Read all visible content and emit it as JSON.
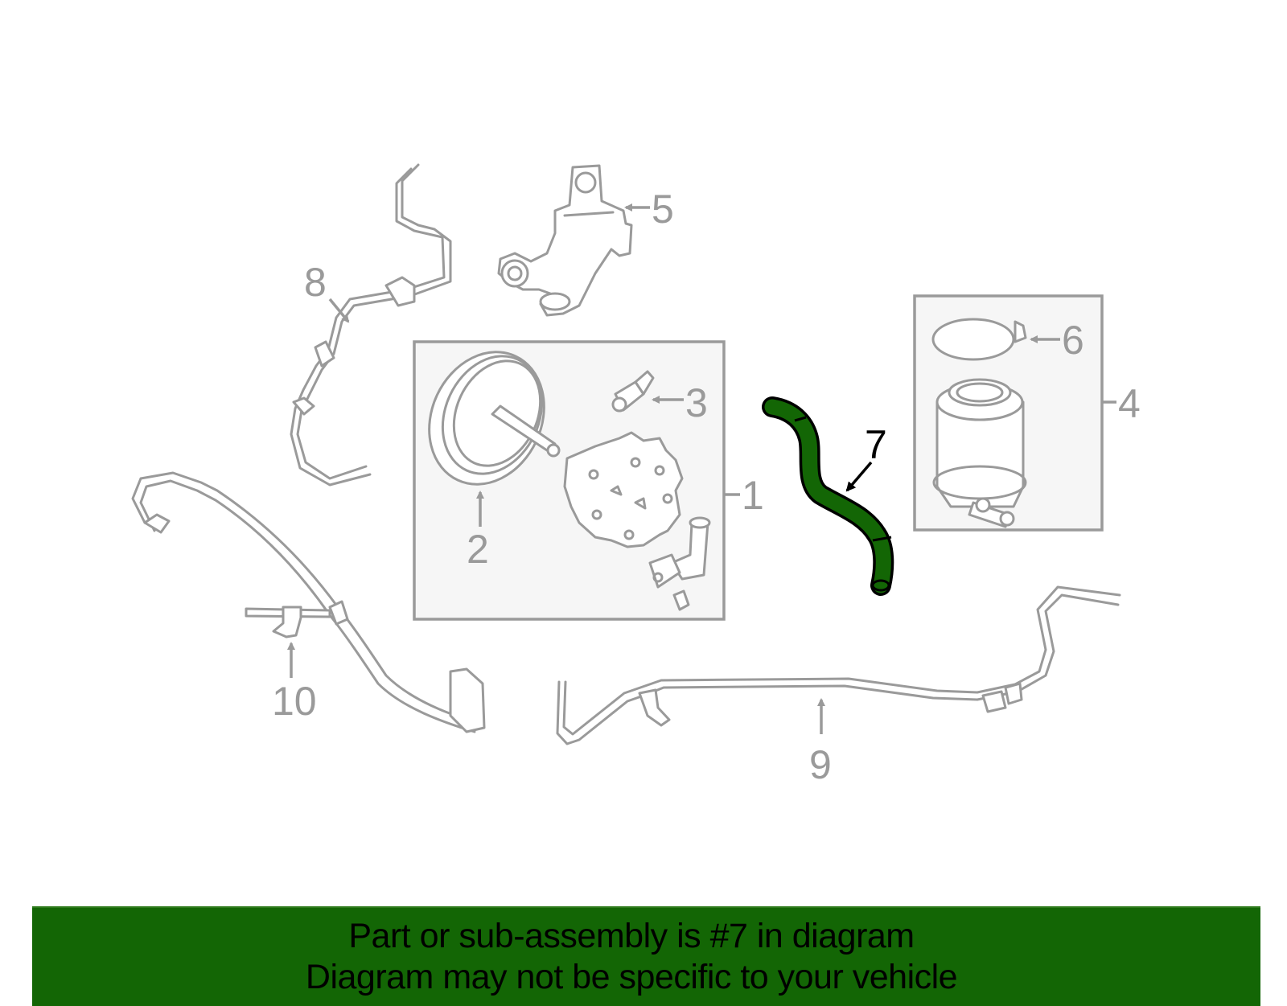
{
  "diagram": {
    "title": "Power steering pump assembly exploded diagram",
    "highlighted_part": "7",
    "highlight_color": "#136605",
    "line_color": "#9a9a9a",
    "box_fill": "#f6f6f6",
    "callouts": [
      {
        "id": "1",
        "label": "1",
        "description": "Power steering pump assembly (boxed group)"
      },
      {
        "id": "2",
        "label": "2",
        "description": "Pulley"
      },
      {
        "id": "3",
        "label": "3",
        "description": "Pressure fitting / valve"
      },
      {
        "id": "4",
        "label": "4",
        "description": "Reservoir assembly (boxed group)"
      },
      {
        "id": "5",
        "label": "5",
        "description": "Mounting bracket"
      },
      {
        "id": "6",
        "label": "6",
        "description": "Reservoir cap"
      },
      {
        "id": "7",
        "label": "7",
        "description": "Return hose (highlighted)"
      },
      {
        "id": "8",
        "label": "8",
        "description": "Return line / tube"
      },
      {
        "id": "9",
        "label": "9",
        "description": "Return tube"
      },
      {
        "id": "10",
        "label": "10",
        "description": "Pressure hose bracket"
      }
    ]
  },
  "banner": {
    "line1": "Part or sub-assembly is #7 in diagram",
    "line2": "Diagram may not be specific to your vehicle",
    "background": "#136605"
  }
}
